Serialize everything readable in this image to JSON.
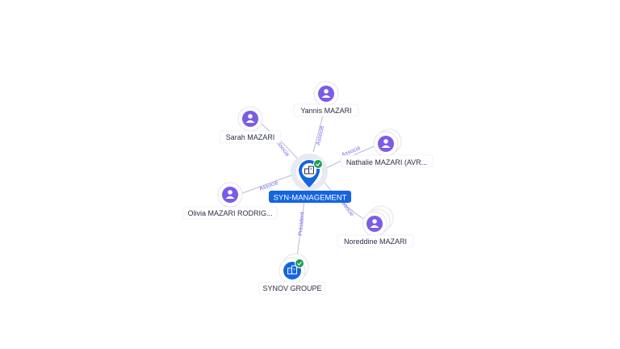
{
  "graph": {
    "center": {
      "label": "SYN-MANAGEMENT",
      "icon": "building-icon",
      "status": "verified",
      "color": "#1565e0"
    },
    "people": [
      {
        "id": "yannis",
        "label": "Yannis MAZARI",
        "icon": "person-icon"
      },
      {
        "id": "sarah",
        "label": "Sarah MAZARI",
        "icon": "person-icon"
      },
      {
        "id": "nathalie",
        "label": "Nathalie MAZARI (AVR...",
        "icon": "person-icon"
      },
      {
        "id": "olivia",
        "label": "Olivia MAZARI RODRIG...",
        "icon": "person-icon"
      },
      {
        "id": "noreddine",
        "label": "Noreddine MAZARI",
        "icon": "person-icon"
      }
    ],
    "companies": [
      {
        "id": "synov",
        "label": "SYNOV GROUPE",
        "icon": "building-icon",
        "status": "verified"
      }
    ],
    "edge_labels": {
      "yannis": "Associé",
      "sarah": "Associé",
      "nathalie": "Associé",
      "olivia": "Associé",
      "noreddine": "Associé",
      "synov": "Président"
    },
    "colors": {
      "person": "#7b5ce6",
      "company": "#1565e0",
      "verified": "#1f9d55",
      "edge": "#b7bcd6"
    }
  }
}
